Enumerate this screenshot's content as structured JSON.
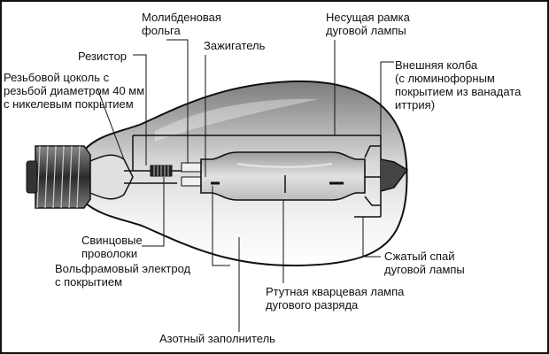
{
  "labels": {
    "molybdenum_foil": "Молибденовая\nфольга",
    "arc_frame": "Несущая рамка\nдуговой лампы",
    "resistor": "Резистор",
    "igniter": "Зажигатель",
    "outer_bulb": "Внешняя колба\n(с люминофорным\nпокрытием из ванадата\nиттрия)",
    "base": "Резьбовой цоколь с\nрезьбой диаметром 40 мм\nс никелевым покрытием",
    "lead_wires": "Свинцовые\nпроволоки",
    "tungsten_electrode": "Вольфрамовый электрод\nс покрытием",
    "pinch_seal": "Сжатый спай\nдуговой лампы",
    "arc_tube": "Ртутная кварцевая лампа\nдугового разряда",
    "nitrogen_fill": "Азотный заполнитель"
  },
  "colors": {
    "ink": "#111111",
    "bulb_shade_dark": "#8a8a8a",
    "bulb_shade_light": "#f4f4f4",
    "tube_fill": "#c8c8c8",
    "base_metal": "#555555"
  }
}
